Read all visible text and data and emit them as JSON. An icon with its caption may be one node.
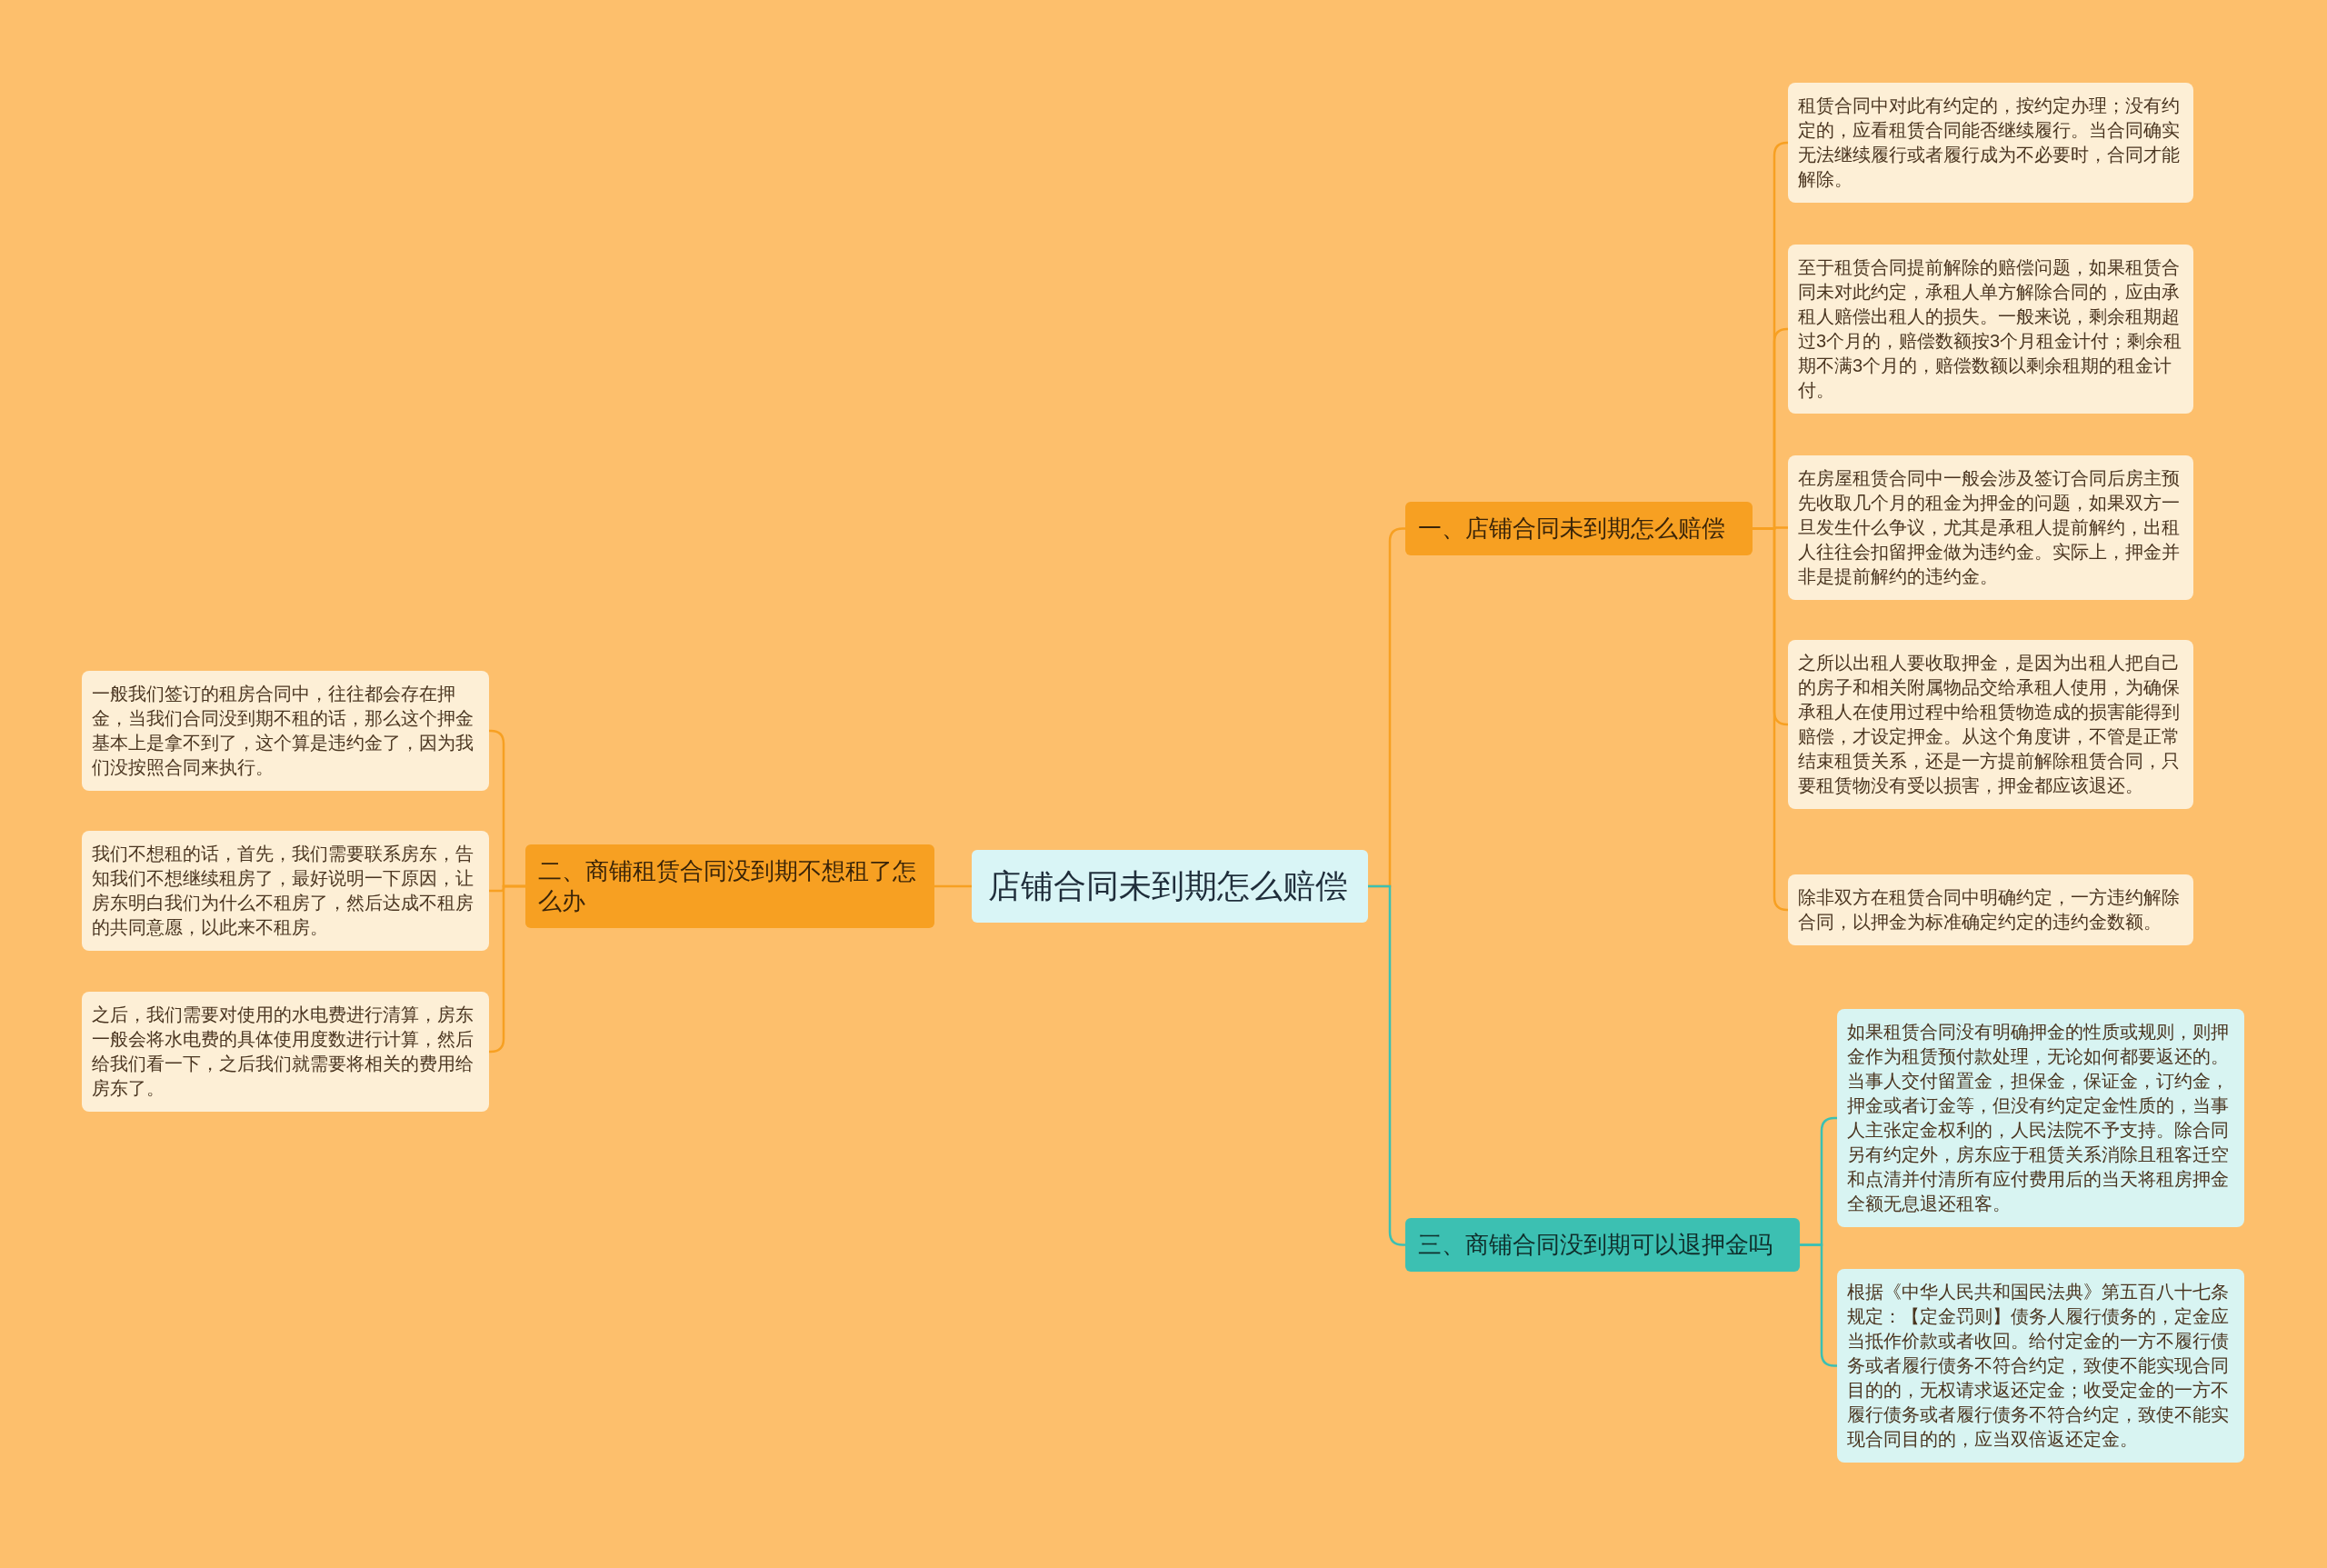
{
  "diagram": {
    "nodes": [
      {
        "text": [
          "店铺合同未到期怎么赔偿"
        ]
      },
      {
        "text": [
          "一、店铺合同未到期怎么赔偿"
        ]
      },
      {
        "text": [
          "租赁合同中对此有约定的，按约定办理；没有约定的，应看租赁合同能否继续履行。当合同确实无法继续履行或者履行成为不必要时，合同才能解除。"
        ]
      },
      {
        "text": [
          "至于租赁合同提前解除的赔偿问题，如果租赁合同未对此约定，承租人单方解除合同的，应由承租人赔偿出租人的损失。一般来说，剩余租期超过3个月的，赔偿数额按3个月租金计付；剩余租期不满3个月的，赔偿数额以剩余租期的租金计付。"
        ]
      },
      {
        "text": [
          "在房屋租赁合同中一般会涉及签订合同后房主预先收取几个月的租金为押金的问题，如果双方一旦发生什么争议，尤其是承租人提前解约，出租人往往会扣留押金做为违约金。实际上，押金并非是提前解约的违约金。"
        ]
      },
      {
        "text": [
          "之所以出租人要收取押金，是因为出租人把自己的房子和相关附属物品交给承租人使用，为确保承租人在使用过程中给租赁物造成的损害能得到赔偿，才设定押金。从这个角度讲，不管是正常结束租赁关系，还是一方提前解除租赁合同，只要租赁物没有受以损害，押金都应该退还。"
        ]
      },
      {
        "text": [
          "除非双方在租赁合同中明确约定，一方违约解除合同，以押金为标准确定约定的违约金数额。"
        ]
      },
      {
        "text": [
          "二、商铺租赁合同没到期不想租了怎么办"
        ]
      },
      {
        "text": [
          "一般我们签订的租房合同中，往往都会存在押金，当我们合同没到期不租的话，那么这个押金基本上是拿不到了，这个算是违约金了，因为我们没按照合同来执行。"
        ]
      },
      {
        "text": [
          "我们不想租的话，首先，我们需要联系房东，告知我们不想继续租房了，最好说明一下原因，让房东明白我们为什么不租房了，然后达成不租房的共同意愿，以此来不租房。"
        ]
      },
      {
        "text": [
          "之后，我们需要对使用的水电费进行清算，房东一般会将水电费的具体使用度数进行计算，然后给我们看一下，之后我们就需要将相关的费用给房东了。"
        ]
      },
      {
        "text": [
          "三、商铺合同没到期可以退押金吗"
        ]
      },
      {
        "text": [
          "如果租赁合同没有明确押金的性质或规则，则押金作为租赁预付款处理，无论如何都要返还的。当事人交付留置金，担保金，保证金，订约金，押金或者订金等，但没有约定定金性质的，当事人主张定金权利的，人民法院不予支持。除合同另有约定外，房东应于租赁关系消除且租客迁空和点清并付清所有应付费用后的当天将租房押金全额无息退还租客。"
        ]
      },
      {
        "text": [
          "根据《中华人民共和国民法典》第五百八十七条规定：【定金罚则】债务人履行债务的，定金应当抵作价款或者收回。给付定金的一方不履行债务或者履行债务不符合约定，致使不能实现合同目的的，无权请求返还定金；收受定金的一方不履行债务或者履行债务不符合约定，致使不能实现合同目的的，应当双倍返还定金。"
        ]
      }
    ],
    "edges": [
      {
        "from": 0,
        "to": 1,
        "arrow": "none"
      },
      {
        "from": 1,
        "to": 2,
        "arrow": "none"
      },
      {
        "from": 1,
        "to": 3,
        "arrow": "none"
      },
      {
        "from": 1,
        "to": 4,
        "arrow": "none"
      },
      {
        "from": 1,
        "to": 5,
        "arrow": "none"
      },
      {
        "from": 1,
        "to": 6,
        "arrow": "none"
      },
      {
        "from": 0,
        "to": 7,
        "arrow": "none"
      },
      {
        "from": 7,
        "to": 8,
        "arrow": "none"
      },
      {
        "from": 7,
        "to": 9,
        "arrow": "none"
      },
      {
        "from": 7,
        "to": 10,
        "arrow": "none"
      },
      {
        "from": 0,
        "to": 11,
        "arrow": "none",
        "color": "#3cc0b2"
      },
      {
        "from": 11,
        "to": 12,
        "arrow": "none",
        "color": "#3cc0b2"
      },
      {
        "from": 11,
        "to": 13,
        "arrow": "none",
        "color": "#3cc0b2"
      }
    ]
  }
}
